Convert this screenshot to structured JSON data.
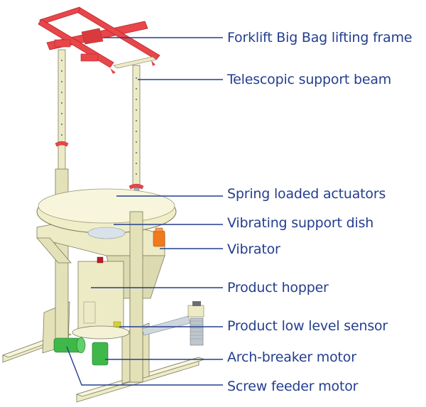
{
  "title": "Big Bag discharger with forklift lifting frame",
  "colors": {
    "leader_line": "#233e8f",
    "label_text": "#233e8f",
    "frame_red": "#e8464a",
    "frame_red_dark": "#b8282c",
    "structure_cream": "#ecebc6",
    "structure_shade": "#c9c69e",
    "motor_green": "#3fb84a",
    "vibrator_orange": "#f07a1c"
  },
  "labels": [
    {
      "id": "lifting-frame",
      "text": "Forklift Big Bag lifting frame"
    },
    {
      "id": "support-beam",
      "text": "Telescopic support beam"
    },
    {
      "id": "actuators",
      "text": "Spring loaded actuators"
    },
    {
      "id": "support-dish",
      "text": "Vibrating support dish"
    },
    {
      "id": "vibrator",
      "text": "Vibrator"
    },
    {
      "id": "hopper",
      "text": "Product hopper"
    },
    {
      "id": "level-sensor",
      "text": "Product low level sensor"
    },
    {
      "id": "arch-motor",
      "text": "Arch-breaker motor"
    },
    {
      "id": "screw-motor",
      "text": "Screw feeder motor"
    }
  ]
}
